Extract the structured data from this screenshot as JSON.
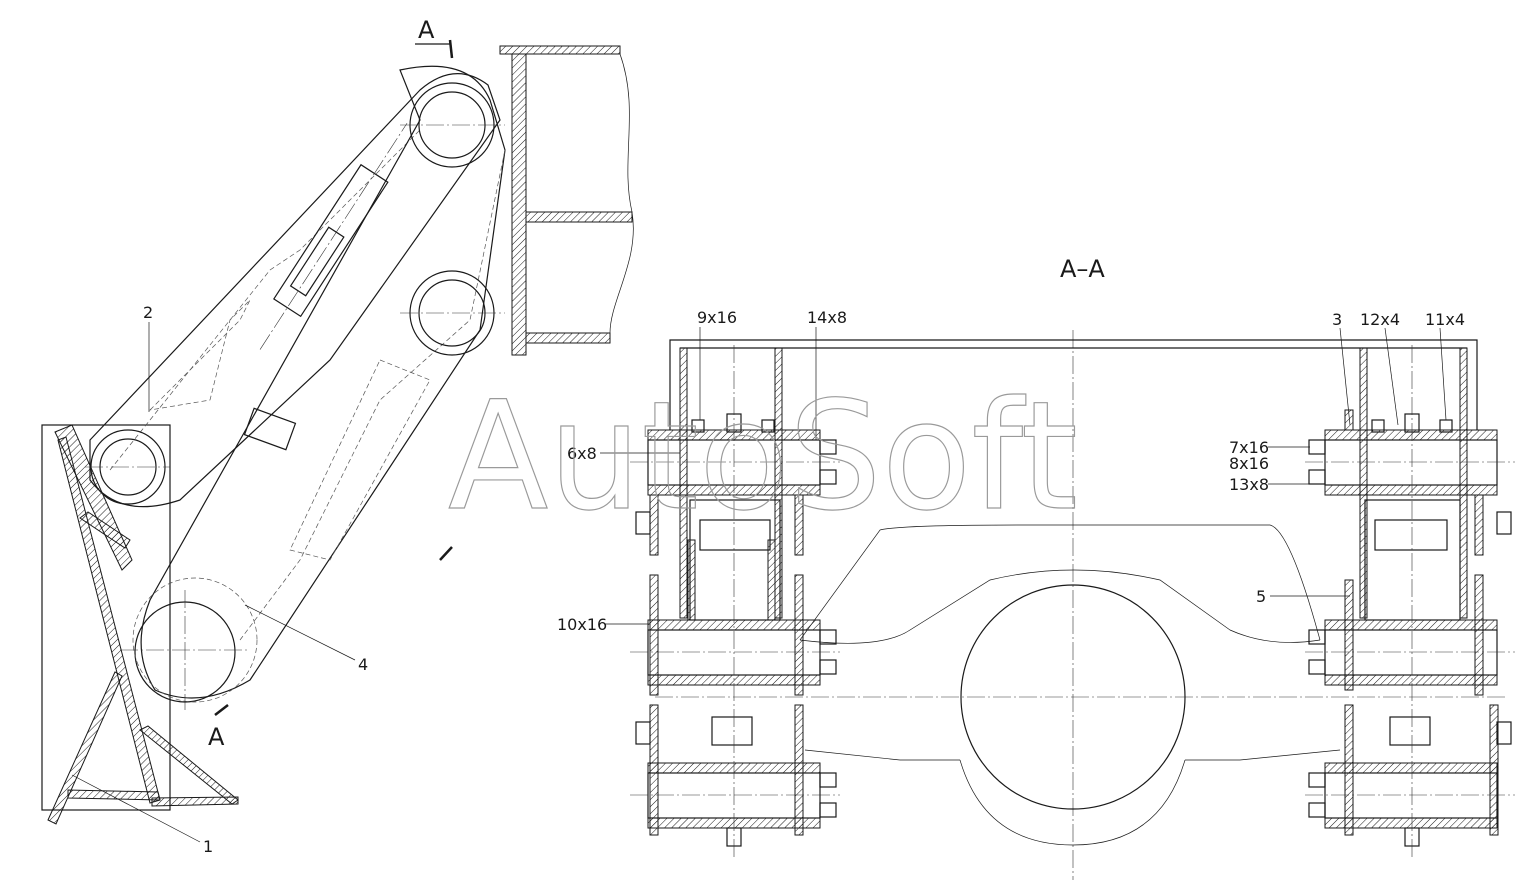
{
  "section": {
    "marker_top": "A",
    "marker_bottom": "A",
    "view_title": "A–A"
  },
  "callouts": {
    "c1": "1",
    "c2": "2",
    "c3": "3",
    "c4": "4",
    "c5": "5",
    "c6x8": "6x8",
    "c7x16": "7x16",
    "c8x16": "8x16",
    "c9x16": "9x16",
    "c10x16": "10x16",
    "c11x4": "11x4",
    "c12x4": "12x4",
    "c13x8": "13x8",
    "c14x8": "14x8"
  },
  "watermark": "AutoSoft",
  "colors": {
    "line": "#1a1a1a",
    "watermark": "#9a9a9a",
    "background": "#ffffff"
  }
}
